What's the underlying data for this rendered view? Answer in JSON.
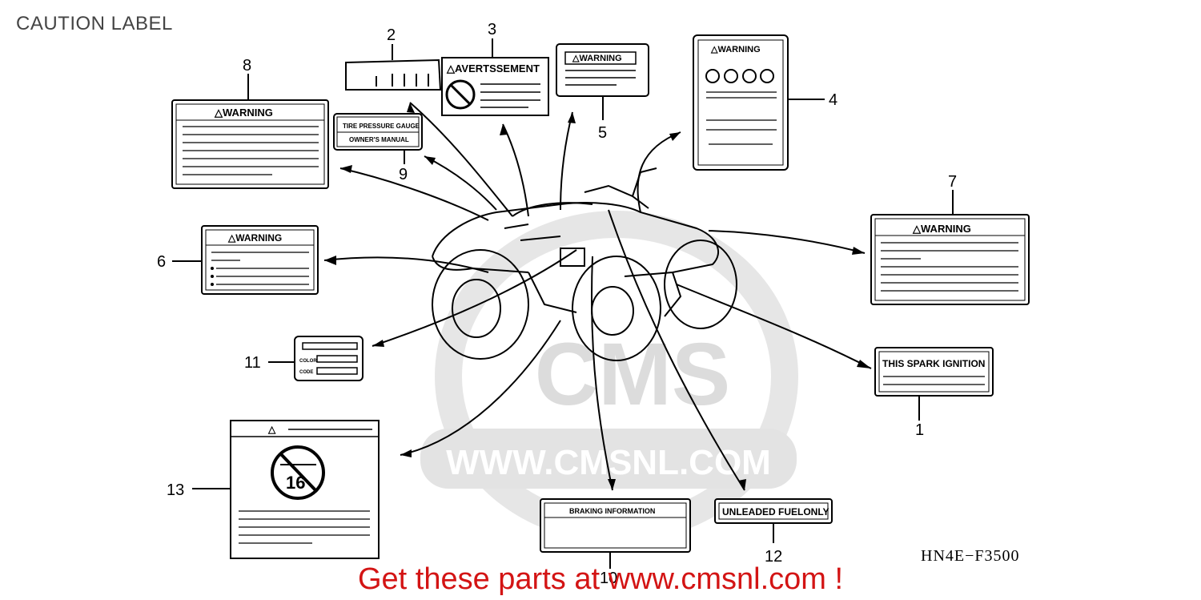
{
  "title": "CAUTION LABEL",
  "diagram_code": "HN4E−F3500",
  "promo": "Get these parts at www.cmsnl.com !",
  "watermark": {
    "logo": "CMS",
    "url": "WWW.CMSNL.COM"
  },
  "labels": {
    "l3": "△AVERTSSEMENT",
    "l4": "△WARNING",
    "l5": "△WARNING",
    "l6": "△WARNING",
    "l7": "△WARNING",
    "l8": "△WARNING",
    "l9a": "TIRE PRESSURE GAUGE",
    "l9b": "OWNER'S MANUAL",
    "l11a": "COLOR",
    "l11b": "CODE",
    "l13a": "△",
    "l13b": "16",
    "l1": "THIS SPARK IGNITION",
    "l10": "BRAKING INFORMATION",
    "l12": "UNLEADED FUELONLY"
  },
  "numbers": [
    "1",
    "2",
    "3",
    "4",
    "5",
    "6",
    "7",
    "8",
    "9",
    "10",
    "11",
    "12",
    "13"
  ]
}
